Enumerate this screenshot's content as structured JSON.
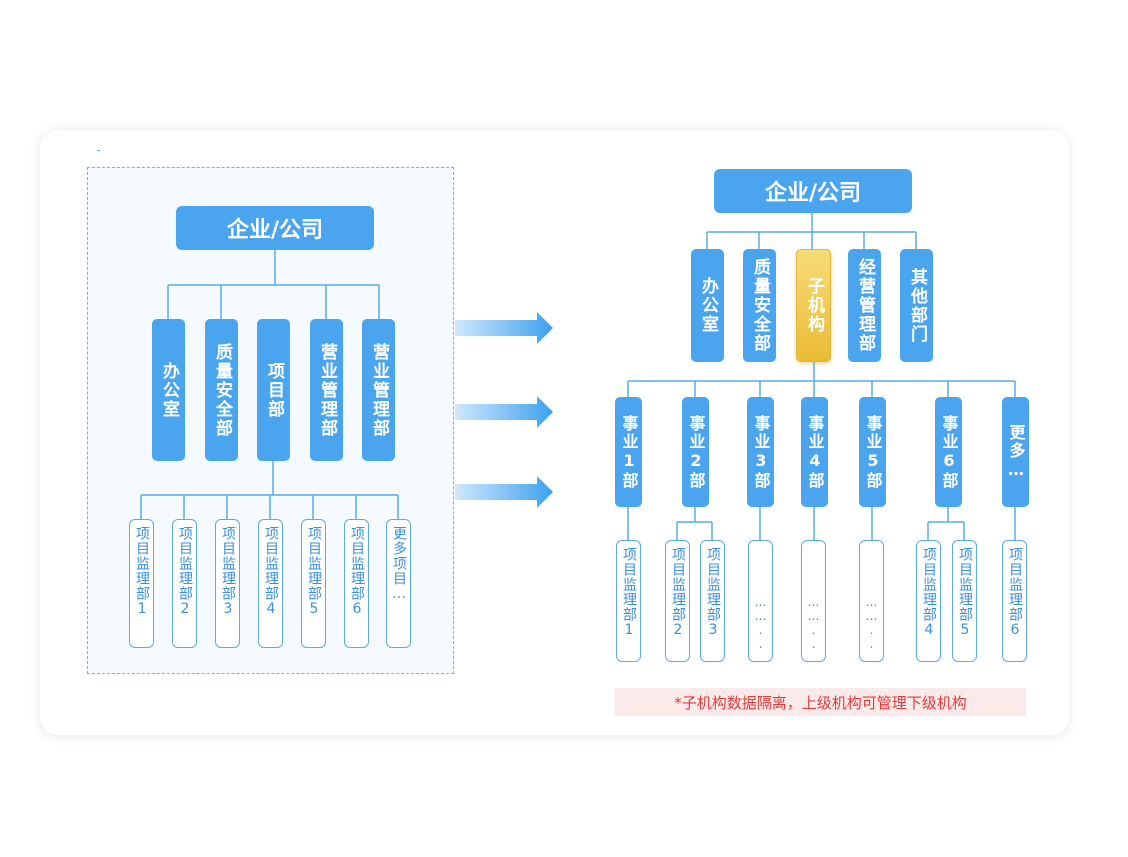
{
  "left_chart": {
    "root": "企业/公司",
    "departments": [
      "办公室",
      "质量安全部",
      "项目部",
      "营业管理部",
      "营业管理部"
    ],
    "projects": [
      "项目监理部1",
      "项目监理部2",
      "项目监理部3",
      "项目监理部4",
      "项目监理部5",
      "项目监理部6",
      "更多项目…"
    ]
  },
  "right_chart": {
    "root": "企业/公司",
    "departments": [
      "办公室",
      "质量安全部",
      "子机构",
      "经营管理部",
      "其他部门"
    ],
    "highlighted_department": "子机构",
    "divisions": [
      "事业1部",
      "事业2部",
      "事业3部",
      "事业4部",
      "事业5部",
      "事业6部",
      "更多…"
    ],
    "sub_units": [
      "项目监理部1",
      "项目监理部2",
      "项目监理部3",
      "……..",
      "……..",
      "……..",
      "项目监理部4",
      "项目监理部5",
      "项目监理部6"
    ]
  },
  "note": "*子机构数据隔离，上级机构可管理下级机构",
  "colors": {
    "node_blue": "#4aa5ee",
    "line_blue": "#5aaaec",
    "highlight_gold": "#f2cb50",
    "note_red": "#e23b3b"
  }
}
